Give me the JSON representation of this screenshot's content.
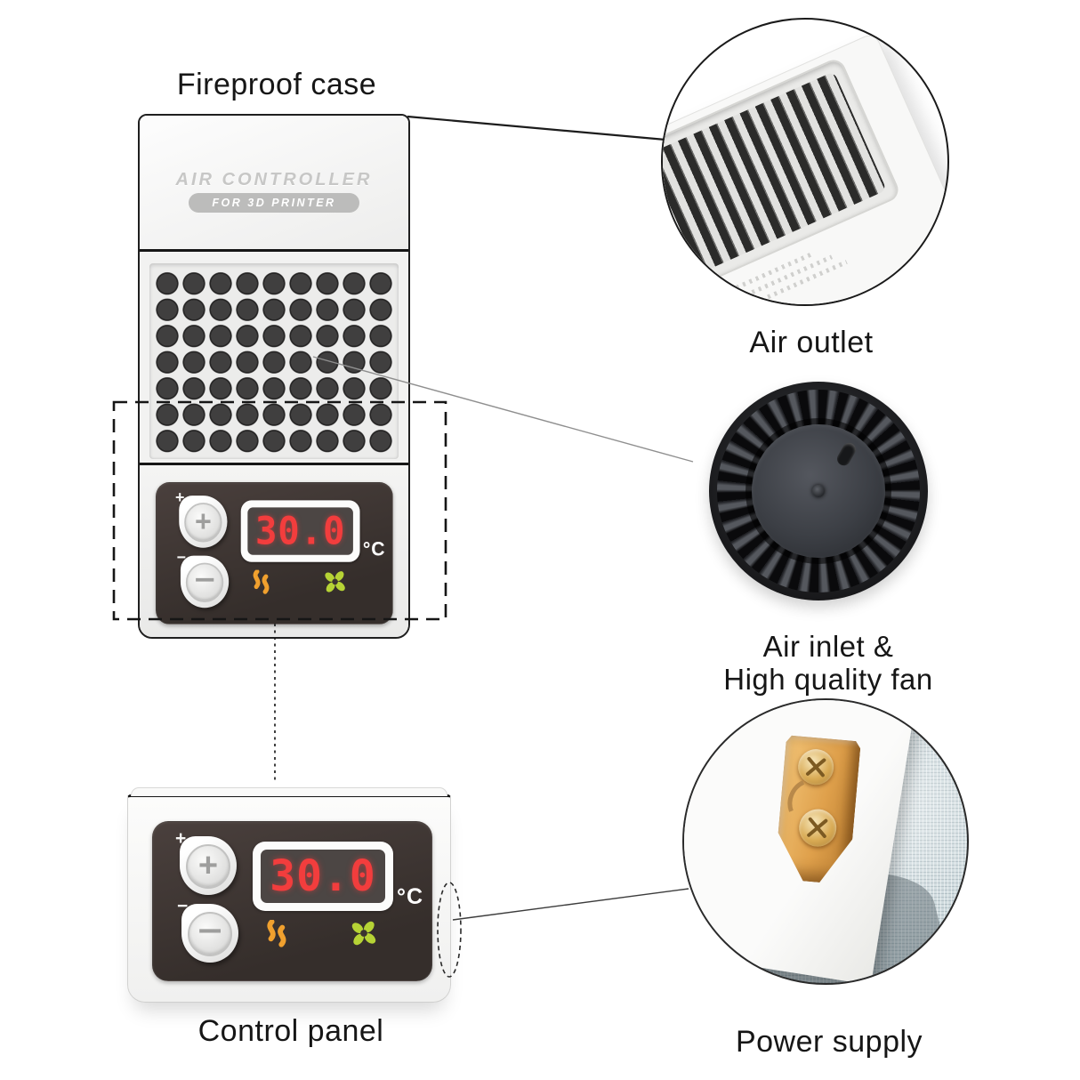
{
  "labels": {
    "fireproof_case": "Fireproof case",
    "air_outlet": "Air outlet",
    "air_inlet_line1": "Air inlet &",
    "air_inlet_line2": "High quality fan",
    "control_panel": "Control panel",
    "power_supply": "Power supply"
  },
  "device": {
    "brand_title": "AIR CONTROLLER",
    "brand_subtitle": "FOR 3D PRINTER"
  },
  "panel": {
    "display_value": "30.0",
    "display_unit": "°C",
    "plus_label": "+",
    "minus_label": "−"
  },
  "icons": {
    "heat": "heat-waves-icon",
    "fan": "fan-blades-icon"
  },
  "colors": {
    "digit_red": "#f23d3d",
    "heat_orange": "#f0a02e",
    "fan_green": "#b6d335",
    "panel_brown": "#3b3330",
    "fabric_blue": "#c9d6da",
    "connector_orange": "#dfa04b"
  }
}
